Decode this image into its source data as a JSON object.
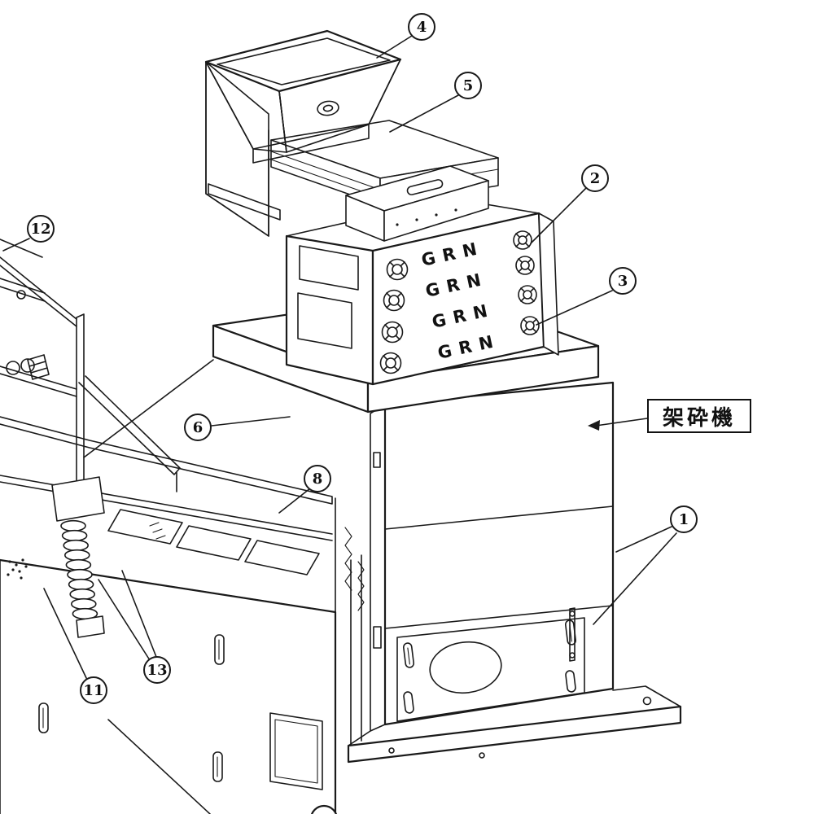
{
  "figure": {
    "machine_label": "架砕機",
    "panel_rows": [
      {
        "label": "GRN"
      },
      {
        "label": "GRN"
      },
      {
        "label": "GRN"
      },
      {
        "label": "GRN"
      }
    ],
    "callouts": [
      {
        "id": "4",
        "label": "4"
      },
      {
        "id": "5",
        "label": "5"
      },
      {
        "id": "2",
        "label": "2"
      },
      {
        "id": "3",
        "label": "3"
      },
      {
        "id": "12",
        "label": "12"
      },
      {
        "id": "6",
        "label": "6"
      },
      {
        "id": "8",
        "label": "8"
      },
      {
        "id": "1",
        "label": "1"
      },
      {
        "id": "11",
        "label": "11"
      },
      {
        "id": "13",
        "label": "13"
      }
    ],
    "ink_color": "#1a1a1a",
    "paper_color": "#ffffff"
  }
}
